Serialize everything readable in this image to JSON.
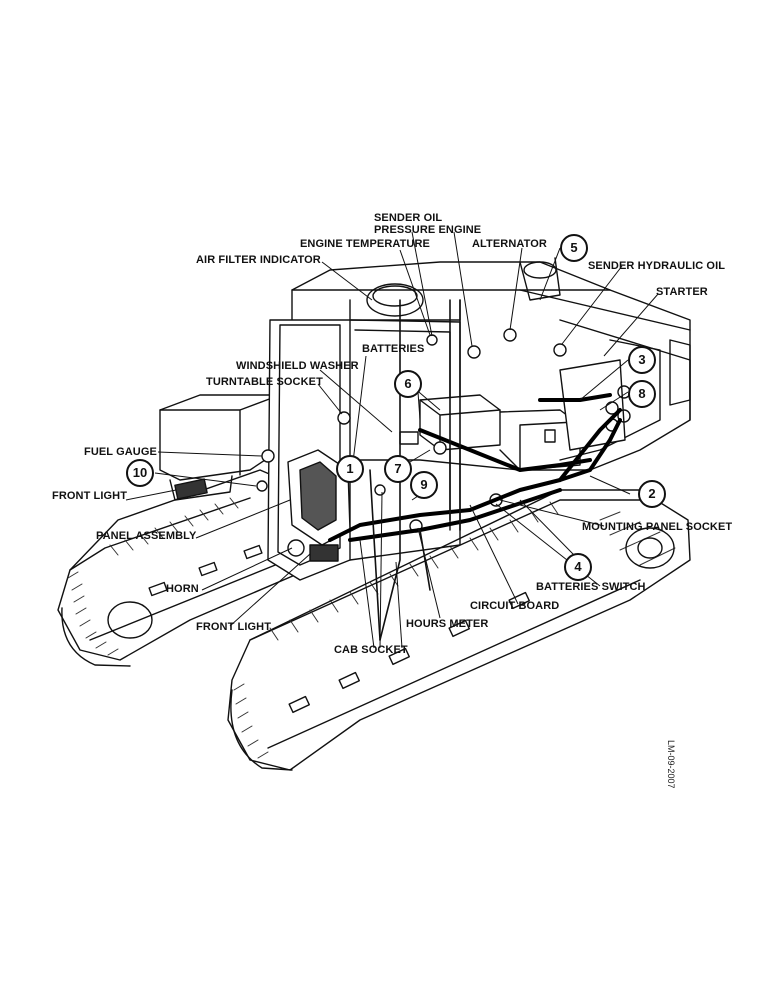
{
  "labels": {
    "sender_oil": "SENDER OIL",
    "pressure_engine": "PRESSURE ENGINE",
    "engine_temperature": "ENGINE TEMPERATURE",
    "alternator": "ALTERNATOR",
    "air_filter_indicator": "AIR FILTER INDICATOR",
    "sender_hydraulic_oil": "SENDER HYDRAULIC OIL",
    "starter": "STARTER",
    "batteries": "BATTERIES",
    "windshield_washer": "WINDSHIELD WASHER",
    "turntable_socket": "TURNTABLE SOCKET",
    "fuel_gauge": "FUEL GAUGE",
    "front_light_upper": "FRONT LIGHT",
    "panel_assembly": "PANEL ASSEMBLY",
    "horn": "HORN",
    "front_light_lower": "FRONT LIGHT",
    "mounting_panel_socket": "MOUNTING PANEL SOCKET",
    "batteries_switch": "BATTERIES SWITCH",
    "circuit_board": "CIRCUIT BOARD",
    "hours_meter": "HOURS METER",
    "cab_socket": "CAB SOCKET"
  },
  "callouts": {
    "c1": "1",
    "c2": "2",
    "c3": "3",
    "c4": "4",
    "c5": "5",
    "c6": "6",
    "c7": "7",
    "c8": "8",
    "c9": "9",
    "c10": "10"
  },
  "reference_code": "LM-09-2007"
}
